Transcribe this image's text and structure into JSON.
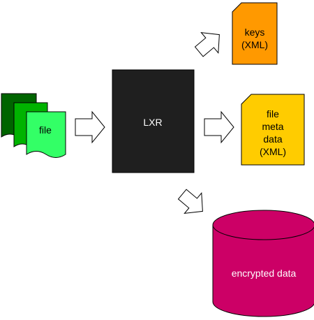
{
  "labels": {
    "file": "file",
    "processor": "LXR",
    "keys_line1": "keys",
    "keys_line2": "(XML)",
    "meta_line1": "file",
    "meta_line2": "meta",
    "meta_line3": "data",
    "meta_line4": "(XML)",
    "storage": "encrypted data"
  },
  "colors": {
    "file_back": "#006400",
    "file_mid": "#00b300",
    "file_front": "#33ff66",
    "processor": "#1f1f1f",
    "keys_doc": "#ff9900",
    "meta_doc": "#ffcc00",
    "storage": "#cc0066",
    "arrow_fill": "#ffffff",
    "outline": "#000000"
  }
}
